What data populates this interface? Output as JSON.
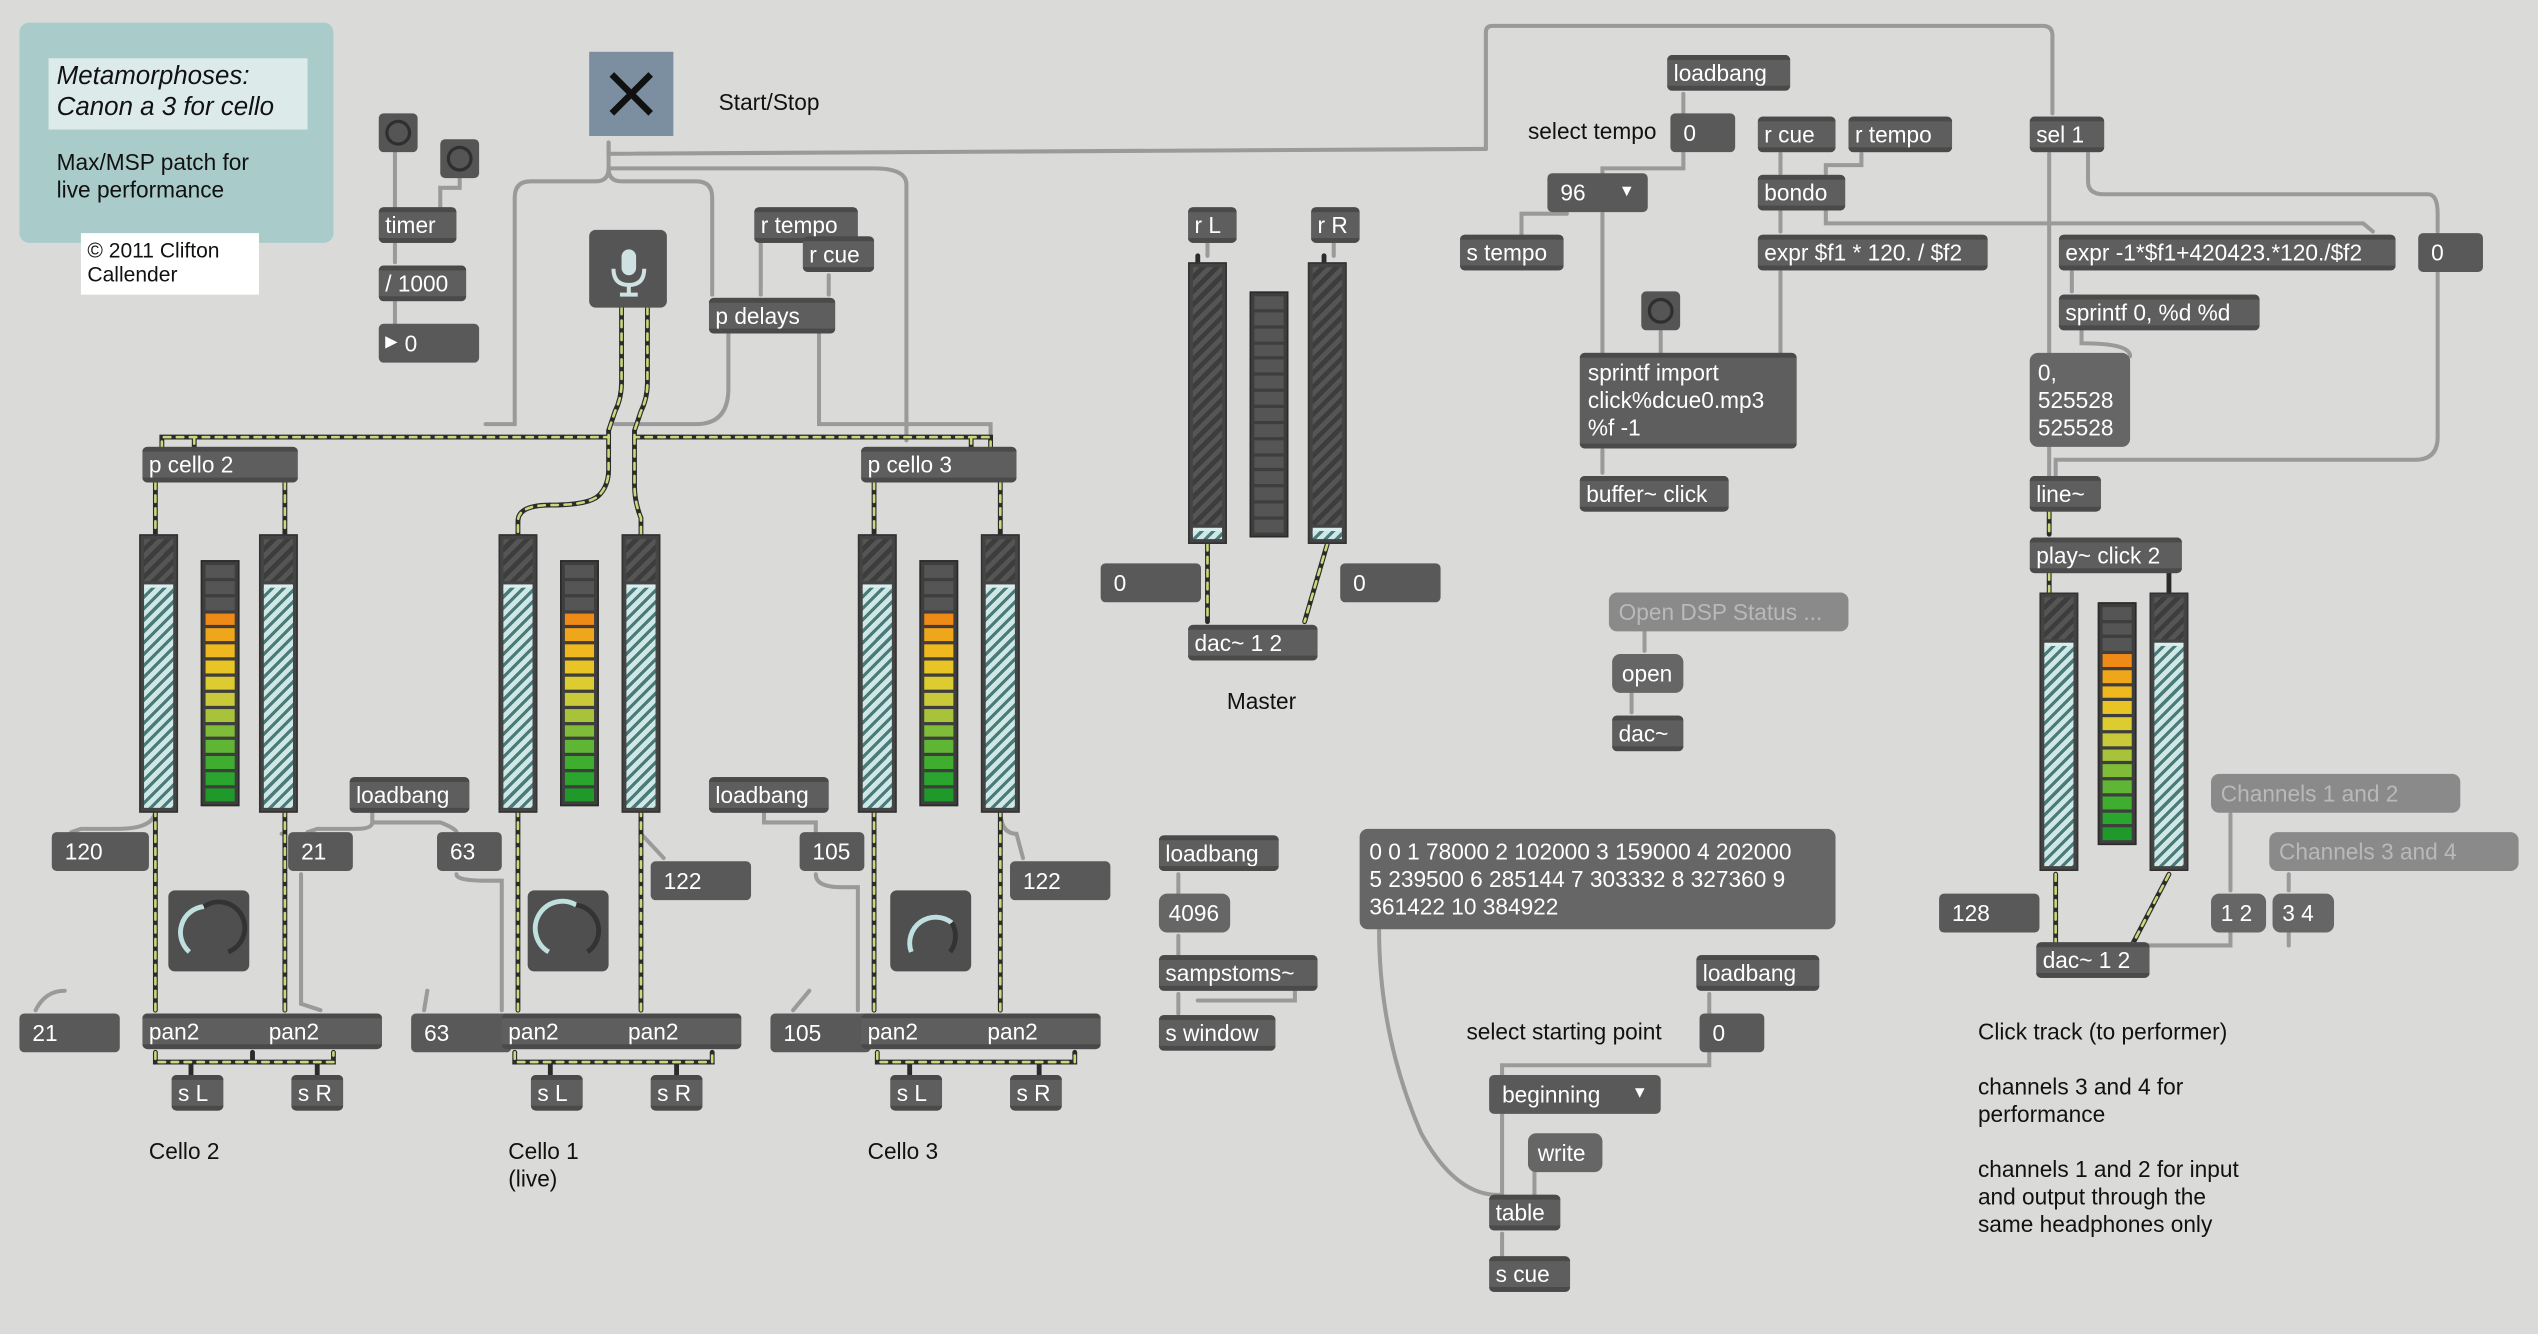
{
  "title_panel": {
    "title_line1": "Metamorphoses:",
    "title_line2": "Canon a 3 for cello",
    "description": "Max/MSP patch for\nlive performance",
    "copyright": "© 2011 Clifton\nCallender"
  },
  "transport": {
    "label": "Start/Stop"
  },
  "timer": {
    "timer_label": "timer",
    "divide_label": "/ 1000",
    "elapsed_value": "0"
  },
  "delays": {
    "r_tempo": "r tempo",
    "r_cue": "r cue",
    "p_delays": "p delays"
  },
  "cellos": {
    "cello2": {
      "patcher": "p cello 2",
      "gain_left": "120",
      "gain_right": "21",
      "loadbang": "loadbang",
      "pan_value": "63",
      "pan_display": "21",
      "pan1": "pan2",
      "pan2": "pan2",
      "send_left": "s L",
      "send_right": "s R",
      "caption": "Cello 2",
      "fader_left_level": 0.82,
      "fader_right_level": 0.82,
      "meter_level": 12
    },
    "cello1": {
      "patcher": "",
      "gain_right": "122",
      "pan_display": "63",
      "pan1": "pan2",
      "pan2": "pan2",
      "send_left": "s L",
      "send_right": "s R",
      "caption": "Cello 1\n(live)",
      "fader_left_level": 0.82,
      "fader_right_level": 0.82,
      "meter_level": 12
    },
    "cello3": {
      "patcher": "p cello 3",
      "loadbang": "loadbang",
      "gain_center": "105",
      "gain_right": "122",
      "pan_display": "105",
      "pan1": "pan2",
      "pan2": "pan2",
      "send_left": "s L",
      "send_right": "s R",
      "caption": "Cello 3",
      "fader_left_level": 0.82,
      "fader_right_level": 0.82,
      "meter_level": 14
    }
  },
  "master": {
    "r_left": "r L",
    "r_right": "r R",
    "left_value": "0",
    "right_value": "0",
    "dac": "dac~ 1 2",
    "caption": "Master",
    "fader_left_level": 0.03,
    "fader_right_level": 0.03
  },
  "tempo": {
    "loadbang": "loadbang",
    "label": "select tempo",
    "value": "0",
    "menu_value": "96",
    "s_tempo": "s tempo",
    "r_cue": "r cue",
    "r_tempo": "r tempo",
    "bondo": "bondo",
    "expr": "expr $f1 * 120. / $f2",
    "sprintf": "sprintf import\nclick%dcue0.mp3\n%f -1",
    "buffer": "buffer~ click"
  },
  "dsp": {
    "status_msg": "Open DSP Status ...",
    "open_msg": "open",
    "dac": "dac~"
  },
  "window": {
    "loadbang": "loadbang",
    "size_msg": "4096",
    "sampstoms": "sampstoms~",
    "s_window": "s window"
  },
  "cue_table": {
    "list_msg": "0 0 1 78000 2 102000 3 159000 4 202000\n5 239500 6 285144 7 303332 8 327360 9\n361422 10 384922",
    "loadbang": "loadbang",
    "start_label": "select starting point",
    "start_value": "0",
    "menu_value": "beginning",
    "write_msg": "write",
    "table": "table",
    "s_cue": "s cue"
  },
  "click_track": {
    "sel": "sel 1",
    "expr": "expr -1*$f1+420423.*120./$f2",
    "zero_value": "0",
    "sprintf": "sprintf 0, %d %d",
    "line_msg": "0,\n525528\n525528",
    "line": "line~",
    "play": "play~ click 2",
    "gain_value": "128",
    "ch12_msg": "Channels 1 and 2",
    "ch34_msg": "Channels 3 and 4",
    "msg12": "1 2",
    "msg34": "3 4",
    "dac": "dac~ 1 2",
    "fader_left_level": 0.82,
    "fader_right_level": 0.82,
    "meter_level": 13,
    "caption": "Click track (to performer)\n\nchannels 3 and 4 for\nperformance\n\nchannels 1 and 2 for input\nand output through the\nsame headphones only"
  },
  "colors": {
    "patch_bg": "#dadad8",
    "object": "#5e5e5e",
    "panel": "#a9cccb",
    "toggle": "#7b8fa0",
    "signal_cord": "#c8d87a"
  }
}
